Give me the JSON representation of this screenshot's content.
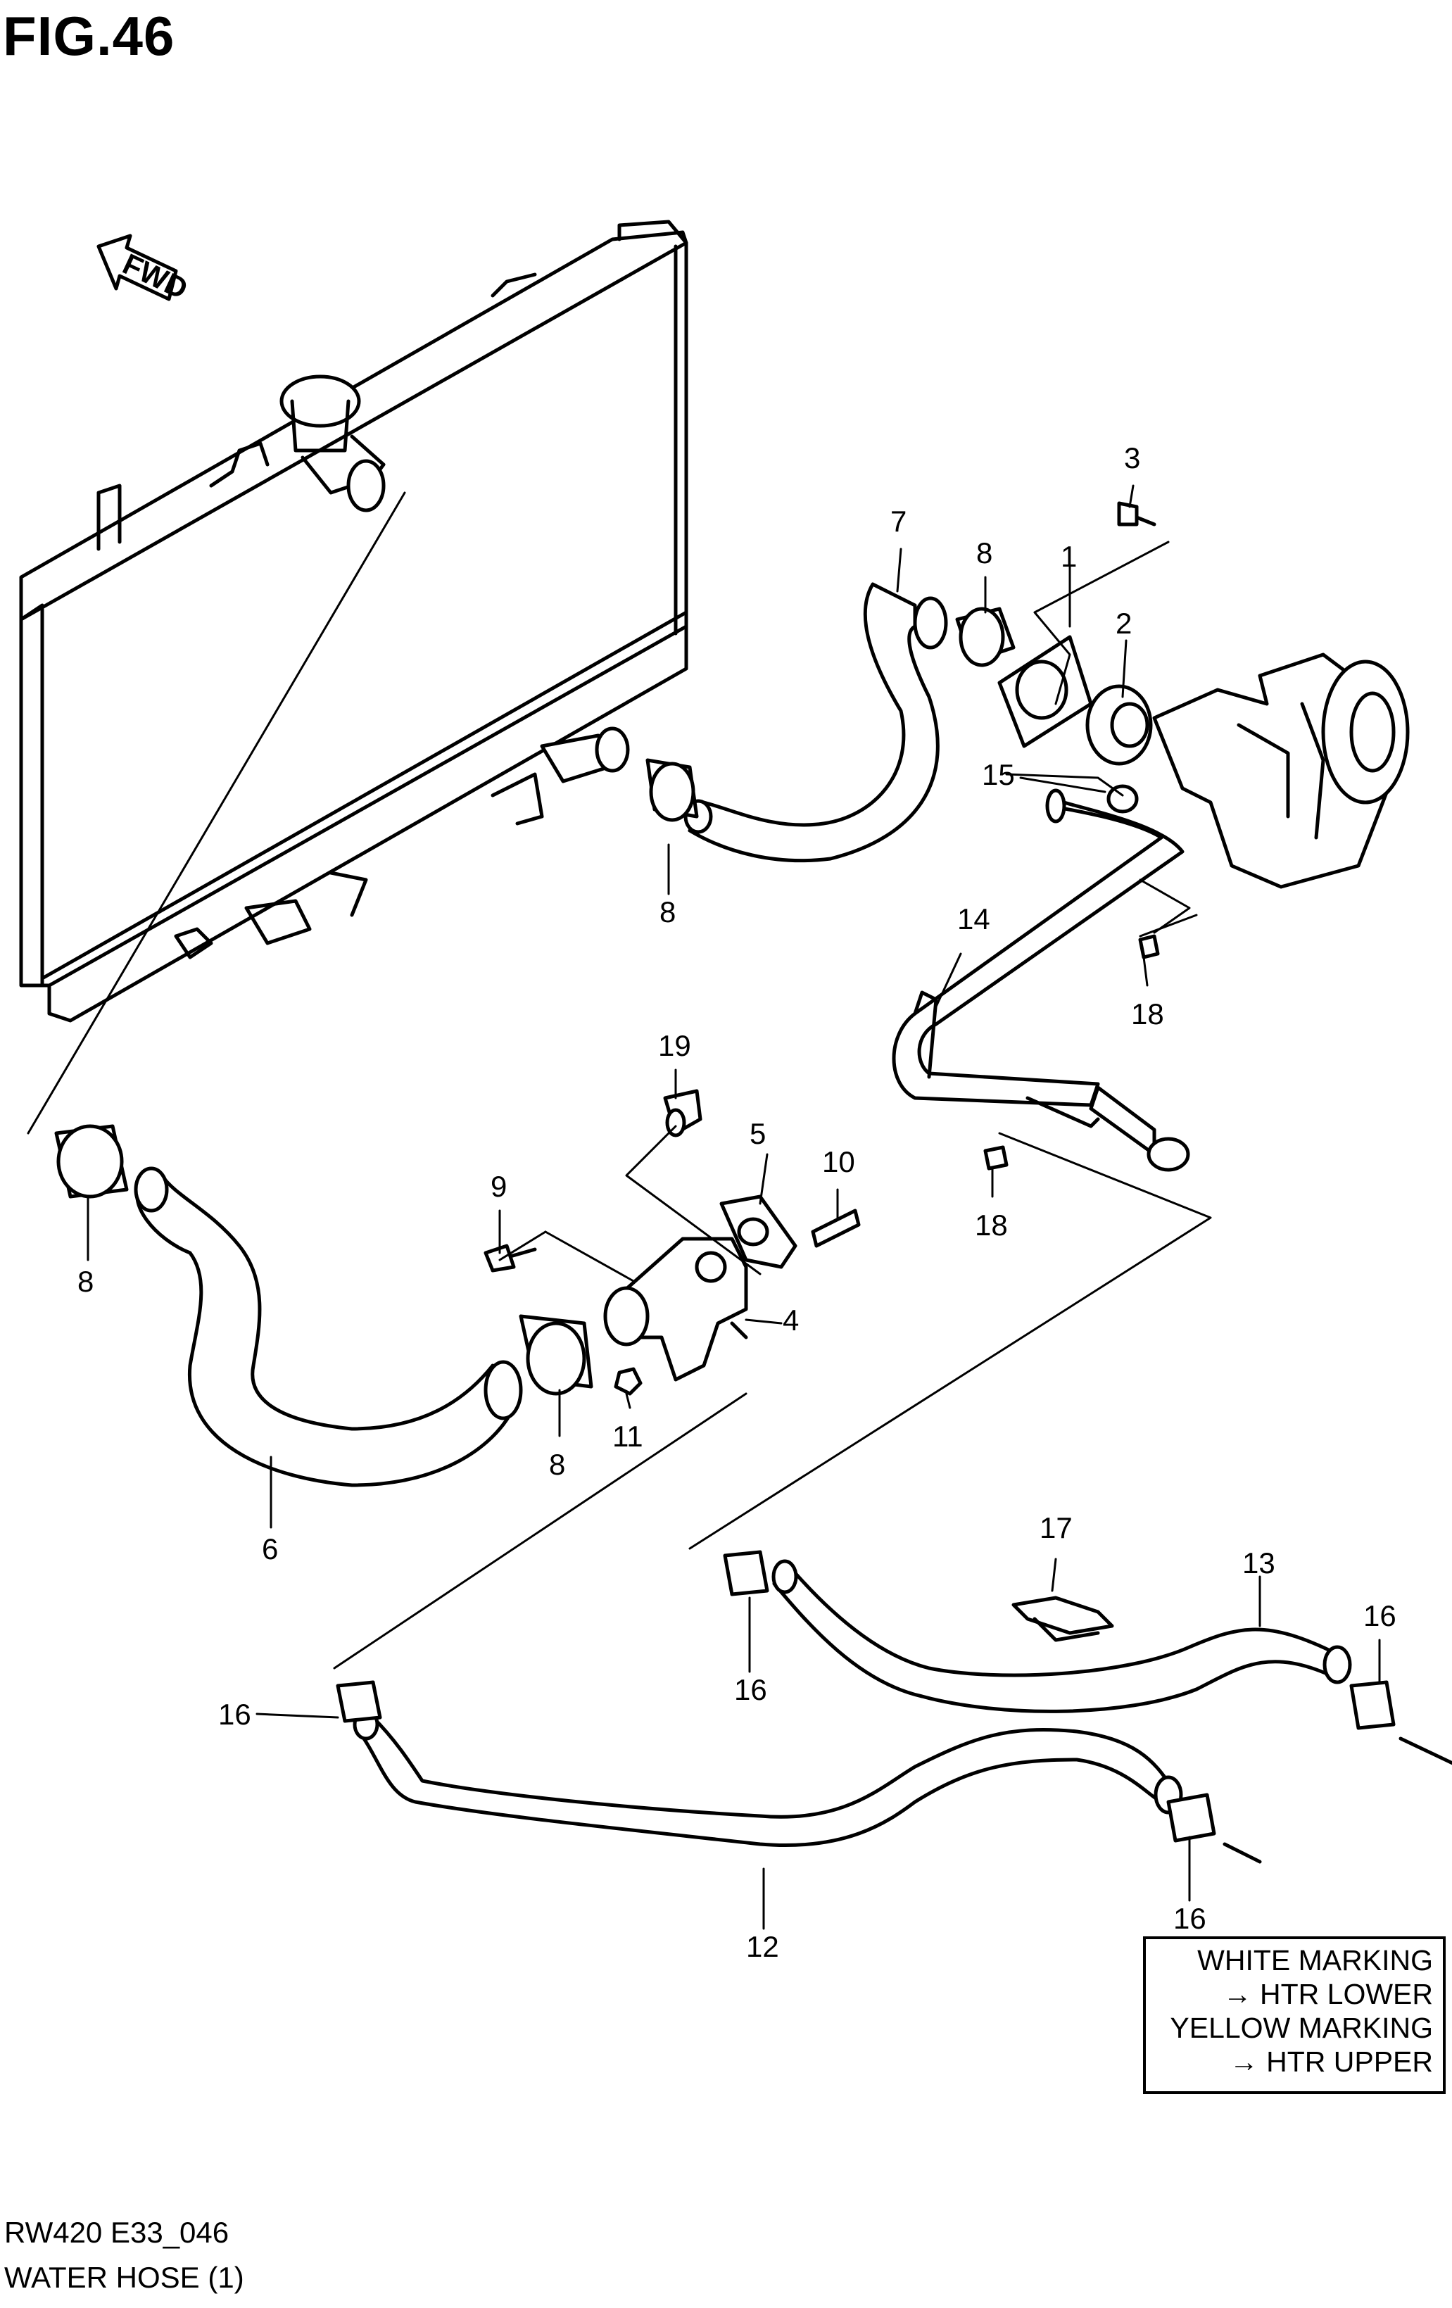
{
  "figure": {
    "title": "FIG.46",
    "fwd_label": "FWD"
  },
  "callouts": [
    {
      "id": "c1",
      "text": "1"
    },
    {
      "id": "c2",
      "text": "2"
    },
    {
      "id": "c3",
      "text": "3"
    },
    {
      "id": "c4",
      "text": "4"
    },
    {
      "id": "c5",
      "text": "5"
    },
    {
      "id": "c6",
      "text": "6"
    },
    {
      "id": "c7",
      "text": "7"
    },
    {
      "id": "c8a",
      "text": "8"
    },
    {
      "id": "c8b",
      "text": "8"
    },
    {
      "id": "c8c",
      "text": "8"
    },
    {
      "id": "c8d",
      "text": "8"
    },
    {
      "id": "c9",
      "text": "9"
    },
    {
      "id": "c10",
      "text": "10"
    },
    {
      "id": "c11",
      "text": "11"
    },
    {
      "id": "c12",
      "text": "12"
    },
    {
      "id": "c13",
      "text": "13"
    },
    {
      "id": "c14",
      "text": "14"
    },
    {
      "id": "c15",
      "text": "15"
    },
    {
      "id": "c16a",
      "text": "16"
    },
    {
      "id": "c16b",
      "text": "16"
    },
    {
      "id": "c16c",
      "text": "16"
    },
    {
      "id": "c16d",
      "text": "16"
    },
    {
      "id": "c17",
      "text": "17"
    },
    {
      "id": "c18a",
      "text": "18"
    },
    {
      "id": "c18b",
      "text": "18"
    },
    {
      "id": "c19",
      "text": "19"
    }
  ],
  "legend": {
    "line1": "WHITE MARKING",
    "line2": "→ HTR LOWER",
    "line3": "YELLOW MARKING",
    "line4": "→ HTR UPPER"
  },
  "footer": {
    "code": "RW420 E33_046",
    "caption": "WATER HOSE (1)"
  },
  "colors": {
    "ink": "#000000",
    "paper": "#ffffff"
  }
}
